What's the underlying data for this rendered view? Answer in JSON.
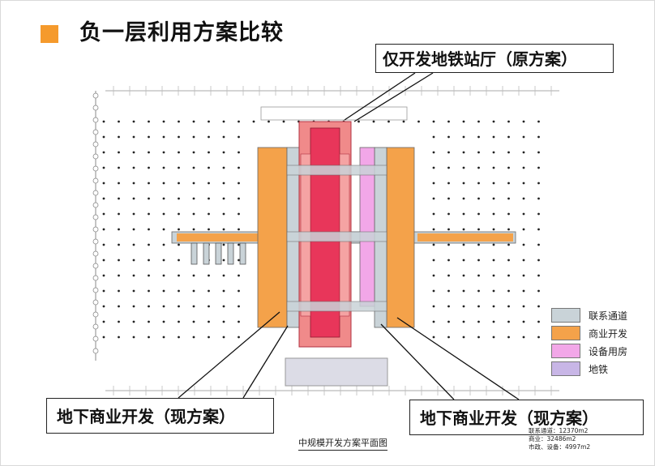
{
  "title": "负一层利用方案比较",
  "callouts": {
    "top": "仅开发地铁站厅（原方案）",
    "left": "地下商业开发（现方案）",
    "right": "地下商业开发（现方案）"
  },
  "legend": [
    {
      "label": "联系通道",
      "color": "#c9d3d8"
    },
    {
      "label": "商业开发",
      "color": "#f4a24a"
    },
    {
      "label": "设备用房",
      "color": "#f2a7e8"
    },
    {
      "label": "地铁",
      "color": "#c8b6e6"
    }
  ],
  "plan_caption": "中规模开发方案平面图",
  "stats": {
    "line1": "联系通道：12370m2",
    "line2": "商业：32486m2",
    "line3": "市政、设备：4997m2"
  },
  "plan_colors": {
    "corridor": "#c9d3d8",
    "commercial": "#f4a24a",
    "equipment": "#f2a7e8",
    "subway": "#e8365a",
    "subway_outer": "#f08a8a",
    "plaza": "#dcdce6"
  }
}
